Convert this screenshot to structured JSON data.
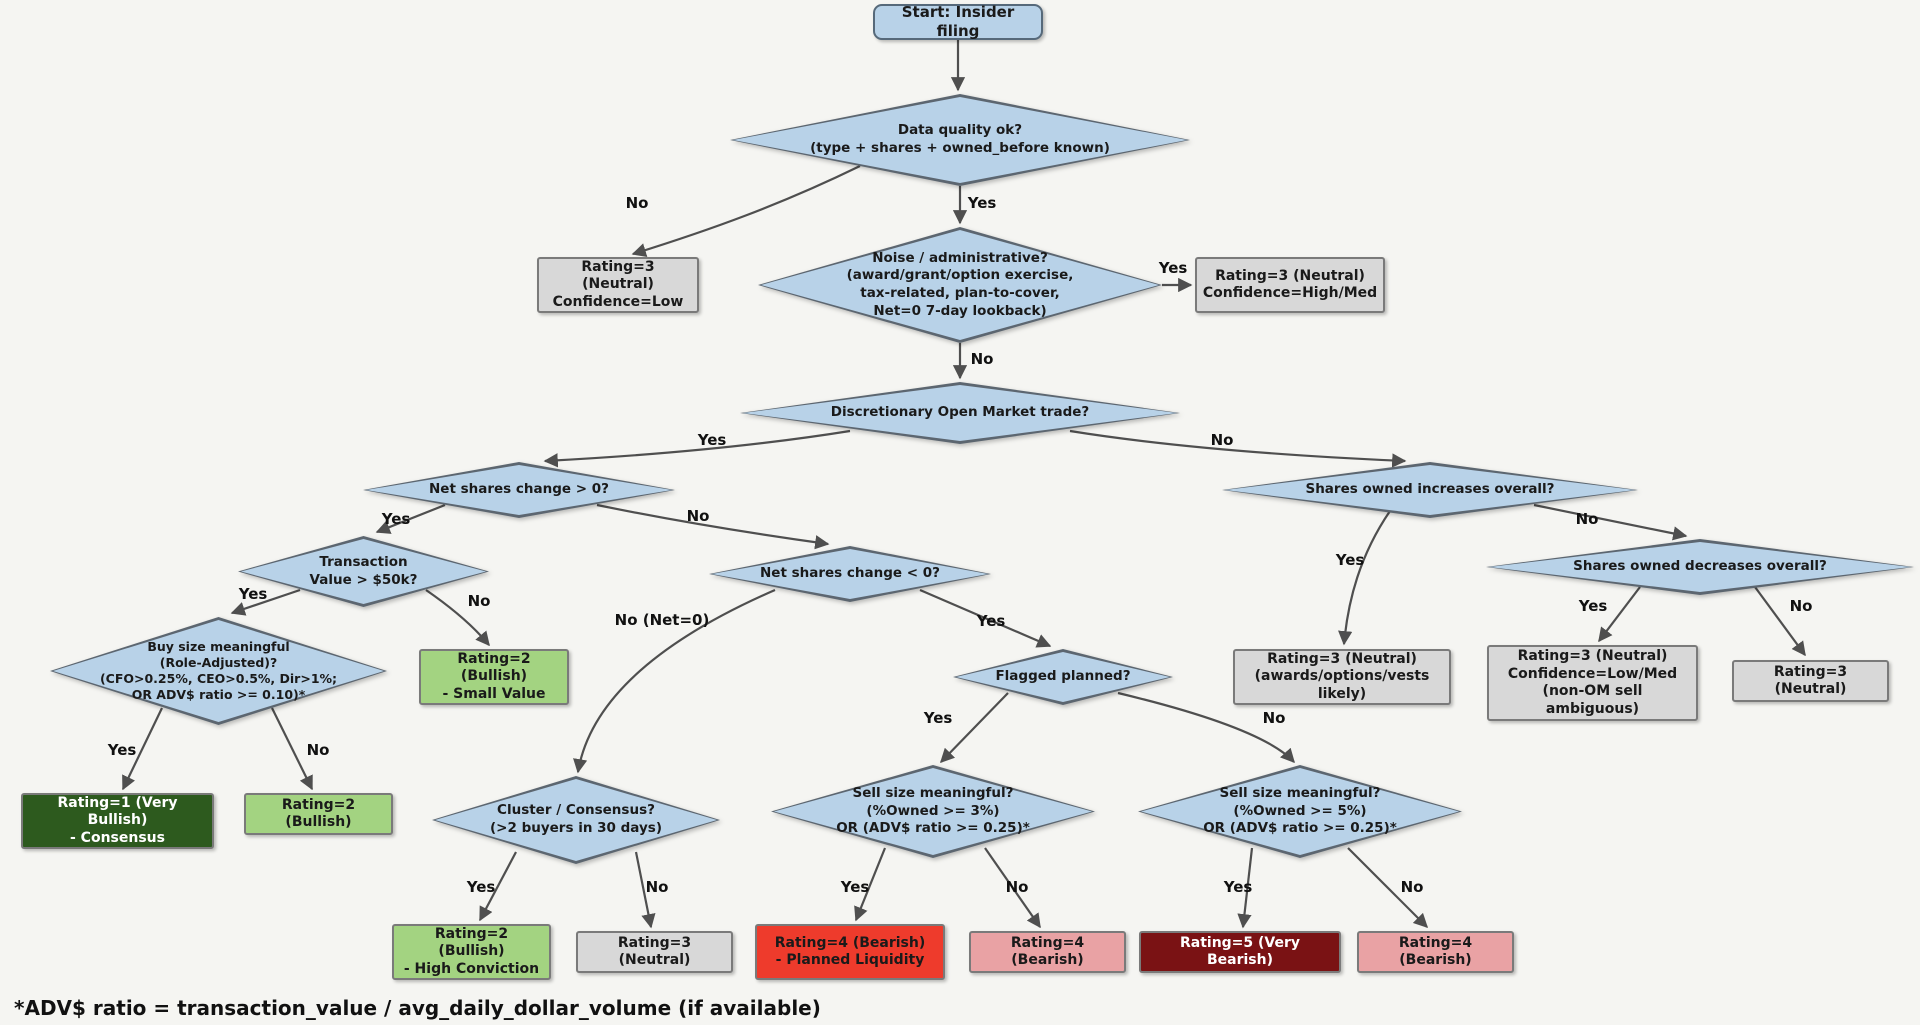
{
  "edge_labels": {
    "yes": "Yes",
    "no": "No",
    "no_net0": "No (Net=0)"
  },
  "nodes": {
    "start": {
      "label": "Start: Insider filing"
    },
    "data_quality": {
      "label": "Data quality ok?\n(type + shares + owned_before known)"
    },
    "neutral_low": {
      "label": "Rating=3 (Neutral)\nConfidence=Low"
    },
    "noise": {
      "label": "Noise / administrative?\n(award/grant/option exercise,\ntax-related, plan-to-cover,\nNet=0 7-day lookback)"
    },
    "neutral_highmed": {
      "label": "Rating=3 (Neutral)\nConfidence=High/Med"
    },
    "discretionary": {
      "label": "Discretionary Open Market trade?"
    },
    "net_pos": {
      "label": "Net shares change > 0?"
    },
    "shares_inc": {
      "label": "Shares owned increases overall?"
    },
    "txn_value": {
      "label": "Transaction\nValue > $50k?"
    },
    "net_neg": {
      "label": "Net shares change < 0?"
    },
    "shares_dec": {
      "label": "Shares owned decreases overall?"
    },
    "buy_size": {
      "label": "Buy size meaningful\n(Role-Adjusted)?\n(CFO>0.25%, CEO>0.5%, Dir>1%;\nOR ADV$ ratio >= 0.10)*"
    },
    "small_value": {
      "label": "Rating=2 (Bullish)\n- Small Value"
    },
    "neutral_awards": {
      "label": "Rating=3 (Neutral)\n(awards/options/vests likely)"
    },
    "neutral_lowmed": {
      "label": "Rating=3 (Neutral)\nConfidence=Low/Med\n(non-OM sell ambiguous)"
    },
    "neutral_plain": {
      "label": "Rating=3 (Neutral)"
    },
    "very_bullish": {
      "label": "Rating=1 (Very Bullish)\n- Consensus"
    },
    "bullish": {
      "label": "Rating=2 (Bullish)"
    },
    "cluster": {
      "label": "Cluster / Consensus?\n(>2 buyers in 30 days)"
    },
    "flagged": {
      "label": "Flagged planned?"
    },
    "sell3": {
      "label": "Sell size meaningful?\n(%Owned >= 3%)\nOR (ADV$ ratio >= 0.25)*"
    },
    "sell5": {
      "label": "Sell size meaningful?\n(%Owned >= 5%)\nOR (ADV$ ratio >= 0.25)*"
    },
    "high_conviction": {
      "label": "Rating=2 (Bullish)\n- High Conviction"
    },
    "planned_liq": {
      "label": "Rating=4 (Bearish)\n- Planned Liquidity"
    },
    "bearish": {
      "label": "Rating=4 (Bearish)"
    },
    "very_bearish": {
      "label": "Rating=5 (Very Bearish)"
    }
  },
  "footnote": "*ADV$ ratio = transaction_value / avg_daily_dollar_volume (if available)",
  "colors": {
    "background": "#f5f5f2",
    "diamond_fill": "#b8d2e8",
    "diamond_border": "#5c6670",
    "neutral_fill": "#d8d8d8",
    "bullish_light": "#a3d381",
    "bullish_dark": "#2d5a1e",
    "bearish_red": "#ee3b2c",
    "bearish_pink": "#e9a2a4",
    "bearish_dark": "#7a1214",
    "arrow": "#4f4f4f"
  }
}
